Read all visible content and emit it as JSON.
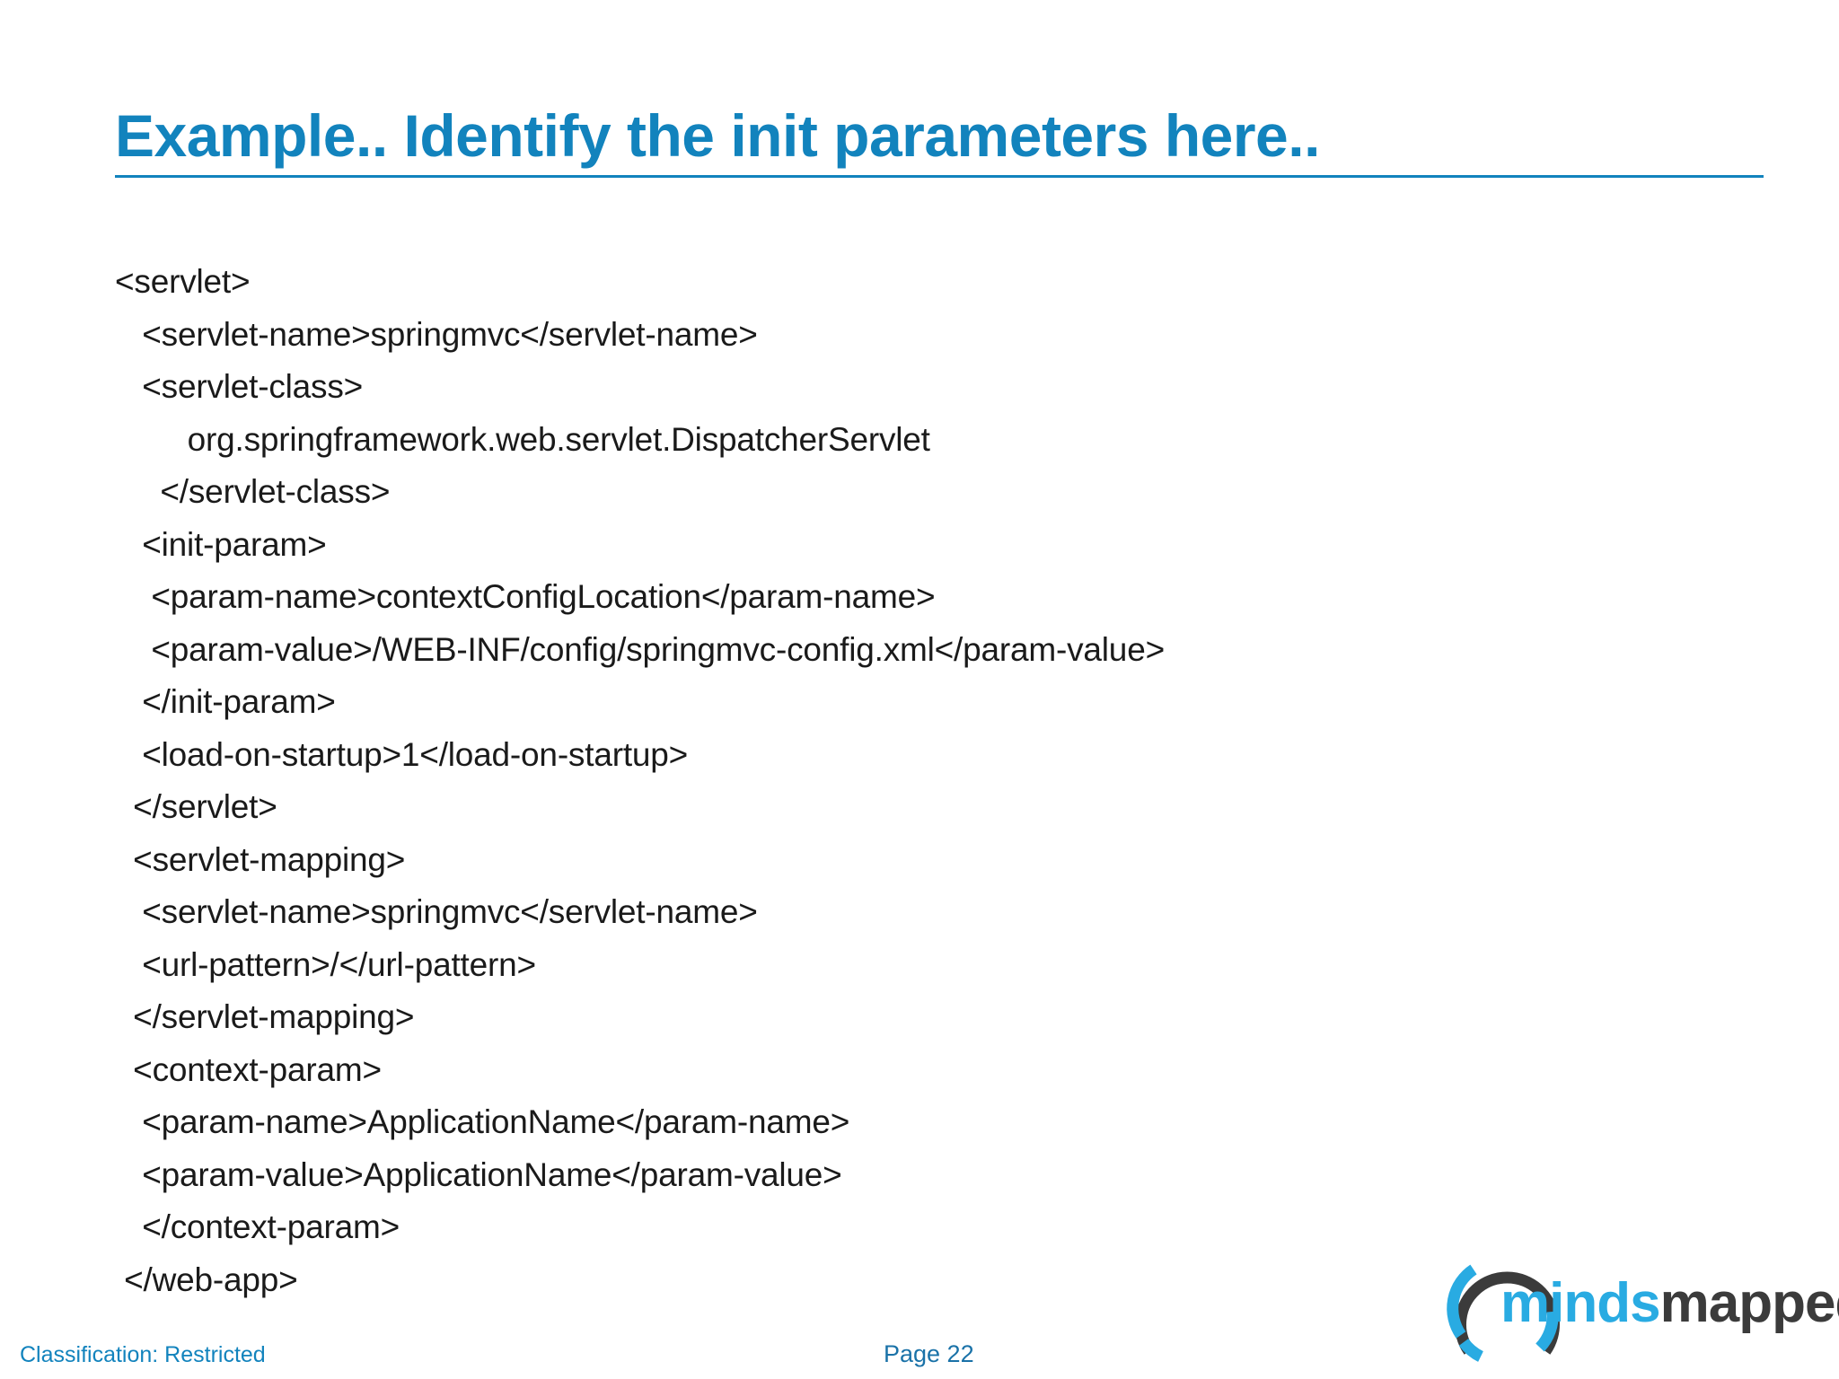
{
  "slide": {
    "title": "Example.. Identify the init parameters here..",
    "title_color": "#1283bd",
    "background_color": "#ffffff"
  },
  "code": {
    "language": "xml",
    "lines": [
      "<servlet>",
      "   <servlet-name>springmvc</servlet-name>",
      "   <servlet-class>",
      "        org.springframework.web.servlet.DispatcherServlet",
      "     </servlet-class>",
      "   <init-param>",
      "    <param-name>contextConfigLocation</param-name>",
      "    <param-value>/WEB-INF/config/springmvc-config.xml</param-value>",
      "   </init-param>",
      "   <load-on-startup>1</load-on-startup>",
      "  </servlet>",
      "  <servlet-mapping>",
      "   <servlet-name>springmvc</servlet-name>",
      "   <url-pattern>/</url-pattern>",
      "  </servlet-mapping>",
      "  <context-param>",
      "   <param-name>ApplicationName</param-name>",
      "   <param-value>ApplicationName</param-value>",
      "   </context-param>",
      " </web-app>"
    ]
  },
  "footer": {
    "classification": "Classification:  Restricted",
    "page_label": "Page 22",
    "link_color": "#1283bd"
  },
  "logo": {
    "name": "mindsmapped",
    "word_first": "minds",
    "word_second": "mapped",
    "blue": "#29abe2",
    "dark": "#3b3b3b"
  }
}
